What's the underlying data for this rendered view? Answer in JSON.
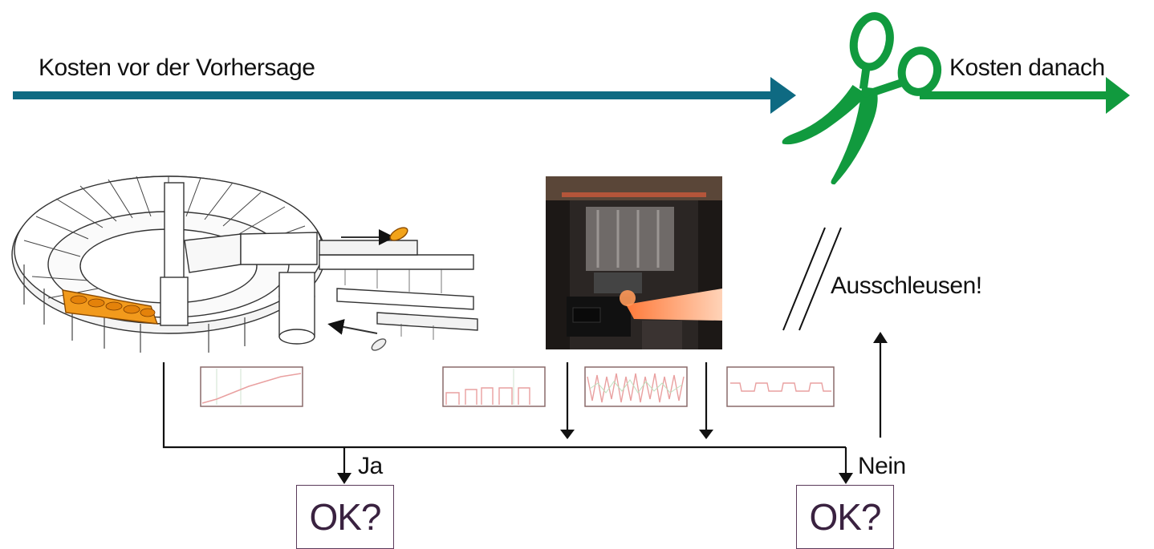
{
  "labels": {
    "cost_before": "Kosten vor der Vorhersage",
    "cost_after": "Kosten danach",
    "reject": "Ausschleusen!",
    "yes": "Ja",
    "no": "Nein",
    "ok_left": "OK?",
    "ok_right": "OK?"
  },
  "colors": {
    "cost_before_arrow": "#0e6a82",
    "cost_after_arrow": "#119a3e",
    "scissors": "#119a3e",
    "flow_lines": "#111111",
    "ok_box_border": "#5a3a5a",
    "thumb_curve": "#e9a0a0",
    "heated_parts": "#f29a1c"
  },
  "icons": {
    "scissors": "scissors-icon",
    "rotary_furnace": "rotary-furnace-illustration",
    "forging_press": "forging-press-photo"
  }
}
